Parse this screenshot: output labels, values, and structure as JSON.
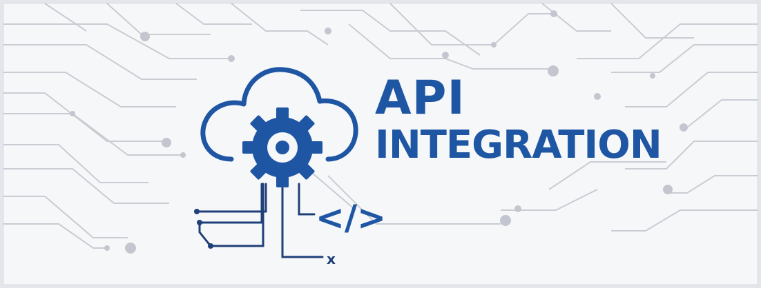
{
  "headline": {
    "line1": "API",
    "line2": "INTEGRATION"
  },
  "code_symbol": "</>",
  "connector_label": "x",
  "icons": {
    "cloud": "cloud-icon",
    "gear": "gear-icon",
    "code": "code-brackets-icon",
    "background": "circuit-lines-pattern"
  },
  "colors": {
    "brand_blue": "#1f56a3",
    "circuit_gray": "#c3c6ce",
    "background": "#f6f7f9"
  }
}
